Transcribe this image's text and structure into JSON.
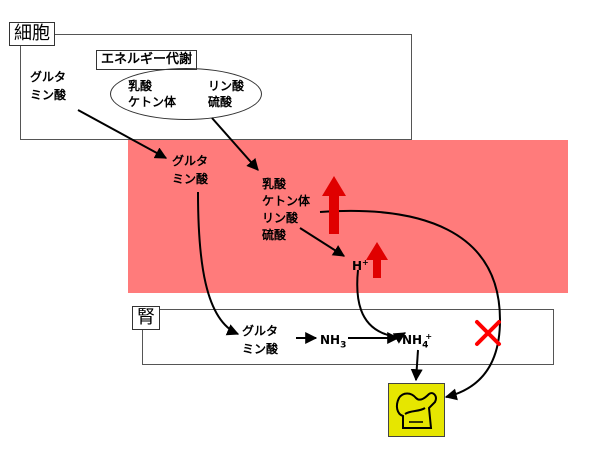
{
  "cell": {
    "label": "細胞",
    "glutamine": [
      "グルタ",
      "ミン酸"
    ],
    "energy_label": "エネルギー代謝",
    "metabolites_left": [
      "乳酸",
      "ケトン体"
    ],
    "metabolites_right": [
      "リン酸",
      "硫酸"
    ]
  },
  "blood": {
    "color": "#ff7b7b",
    "glutamine": [
      "グルタ",
      "ミン酸"
    ],
    "acids": [
      "乳酸",
      "ケトン体",
      "リン酸",
      "硫酸"
    ],
    "proton": "H",
    "proton_sup": "+"
  },
  "kidney": {
    "label": "腎",
    "glutamine": [
      "グルタ",
      "ミン酸"
    ],
    "nh3_base": "NH",
    "nh3_sub": "3",
    "nh4_base": "NH",
    "nh4_sub": "4",
    "nh4_sup": "+"
  },
  "colors": {
    "up_arrow": "#e00000",
    "cross": "#ff0000",
    "toilet_bg": "#e6e600"
  }
}
